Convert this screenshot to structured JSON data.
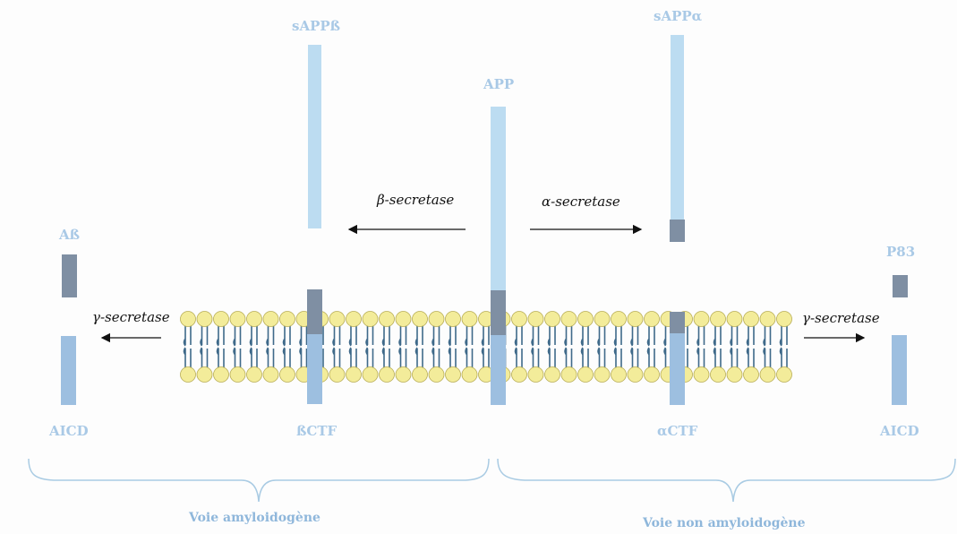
{
  "labels": {
    "sappb": "sAPPß",
    "sappa": "sAPPα",
    "app": "APP",
    "ab": "Aß",
    "p83": "P83",
    "aicd_left": "AICD",
    "bctf": "ßCTF",
    "actf": "αCTF",
    "aicd_right": "AICD"
  },
  "enzymes": {
    "beta": "β-secretase",
    "alpha": "α-secretase",
    "gamma_left": "γ-secretase",
    "gamma_right": "γ-secretase"
  },
  "pathways": {
    "amyloid": "Voie amyloidogène",
    "non_amyloid": "Voie non amyloidogène"
  },
  "colors": {
    "light_blue": "#bcdcf1",
    "dark_segment": "#7f8fa3",
    "mid_blue": "#9dbfe0",
    "lipid_head": "#f3ec9a",
    "lipid_tail": "#3f6a8a",
    "brace": "#a9cbe3"
  }
}
